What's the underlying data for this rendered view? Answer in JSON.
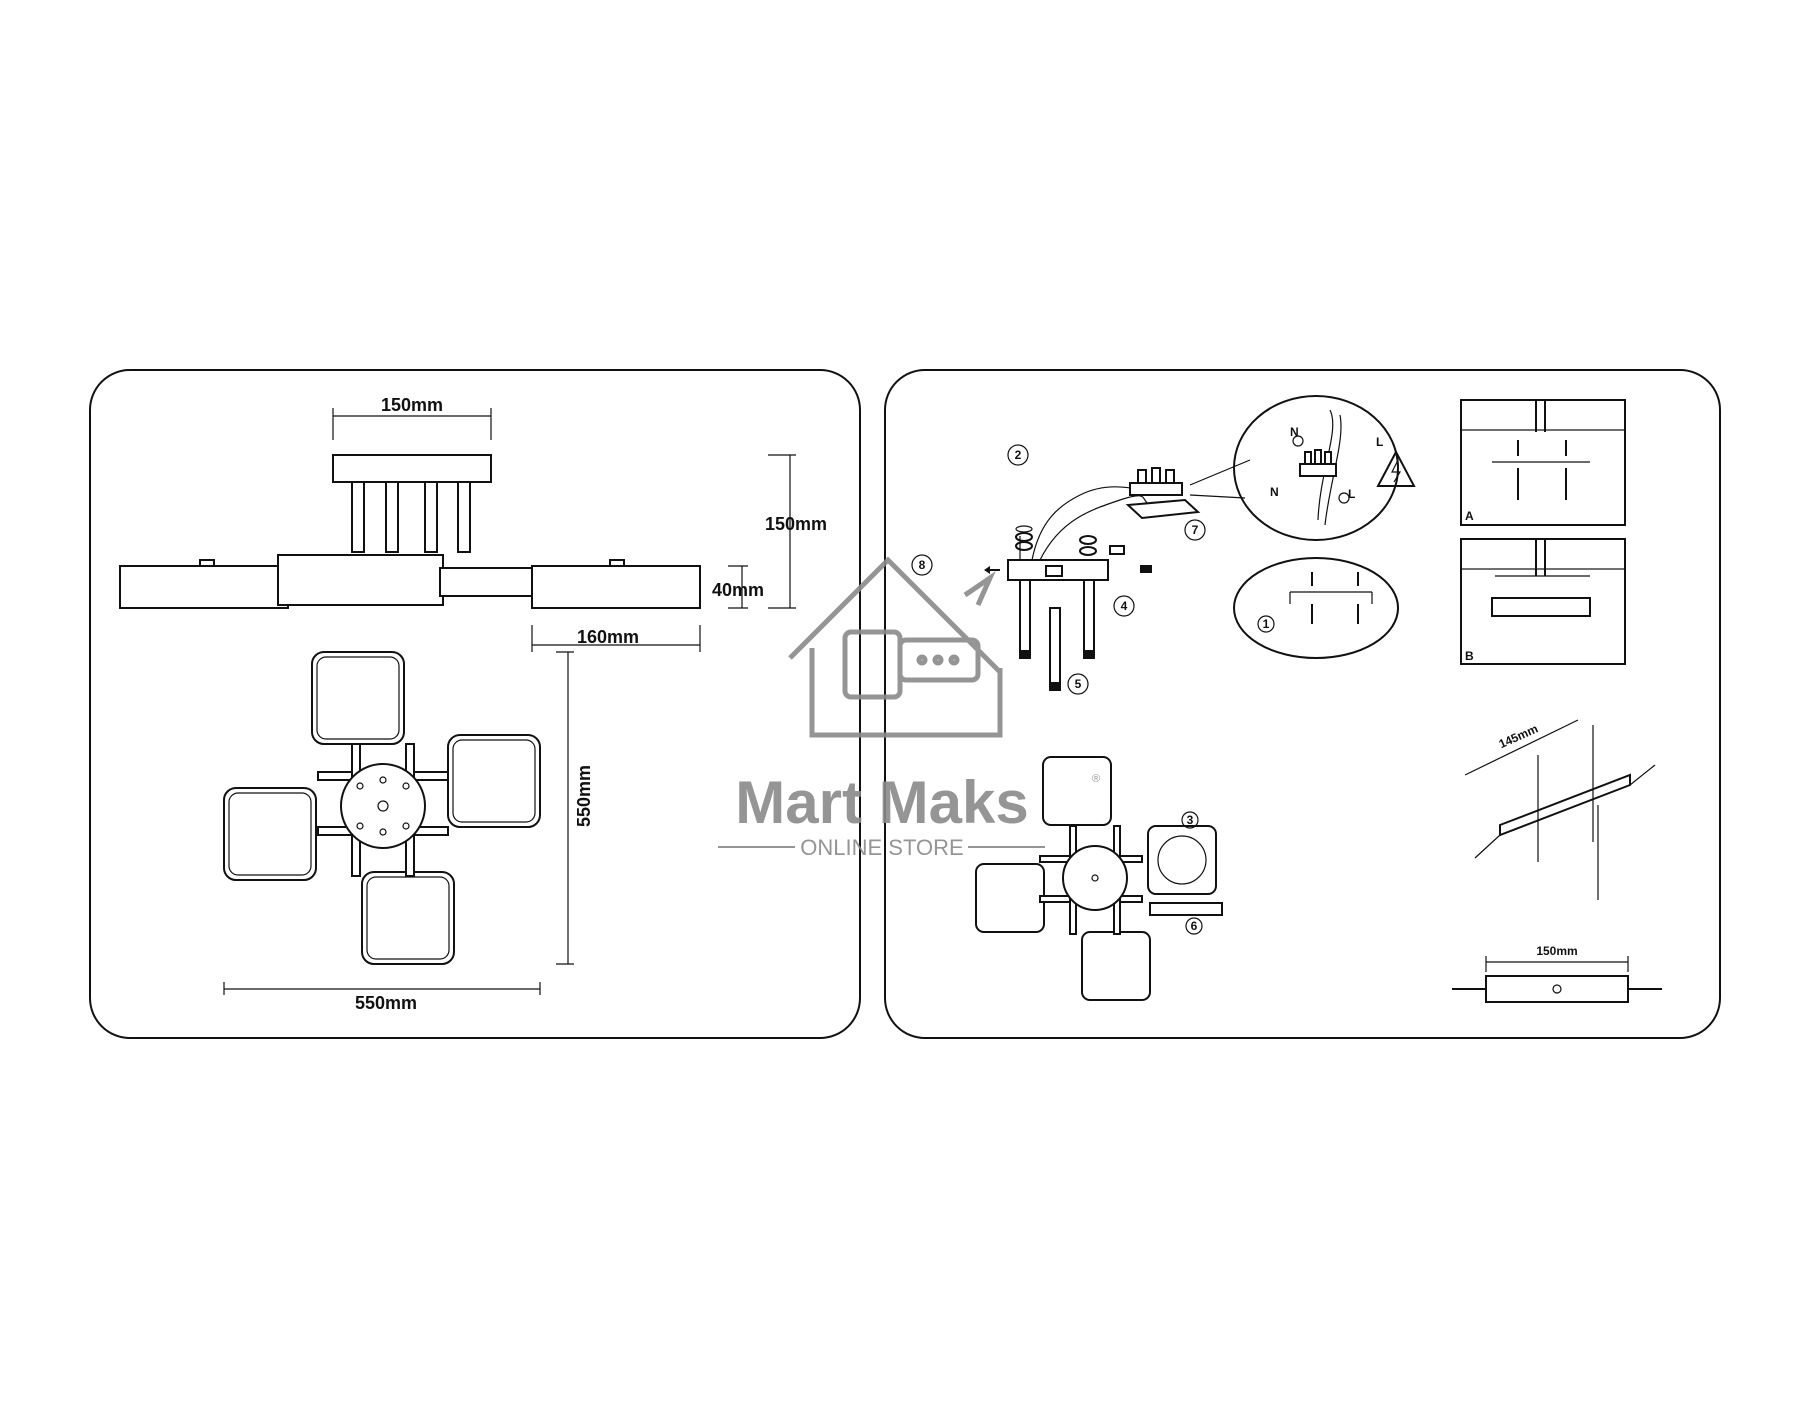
{
  "left_panel": {
    "dim_top_width": "150mm",
    "dim_height": "150mm",
    "dim_arm_height": "40mm",
    "dim_arm_length": "160mm",
    "dim_plan_height": "550mm",
    "dim_plan_width": "550mm"
  },
  "right_panel": {
    "step_numbers": [
      "1",
      "2",
      "3",
      "4",
      "5",
      "6",
      "7",
      "8"
    ],
    "wire_labels": {
      "neutral": "N",
      "live": "L"
    },
    "detail_labels": [
      "A",
      "B"
    ],
    "bracket_dim": "145mm",
    "plate_dim": "150mm"
  },
  "watermark": {
    "brand": "Mart Maks",
    "tagline": "ONLINE STORE",
    "registered": "®"
  },
  "colors": {
    "line": "#111111",
    "watermark": "#8a8a8a"
  }
}
